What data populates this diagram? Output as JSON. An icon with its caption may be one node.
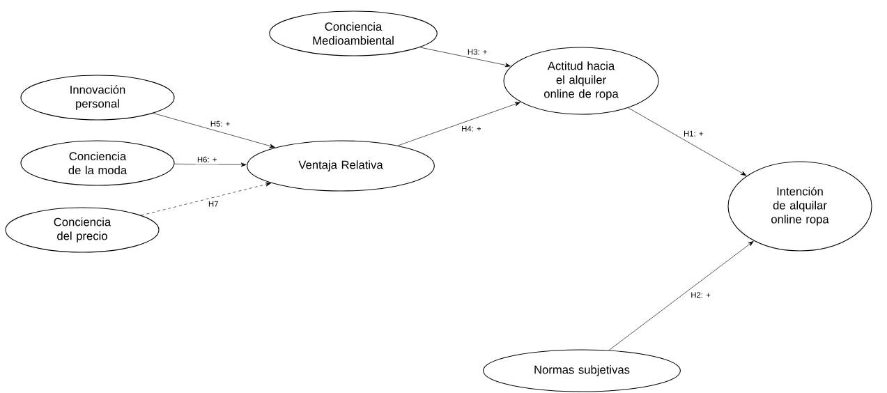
{
  "diagram": {
    "nodes": [
      {
        "text": [
          "Conciencia Medioambiental"
        ]
      },
      {
        "text": [
          "Innovación personal"
        ]
      },
      {
        "text": [
          "Actitud hacia el alquiler online de ropa"
        ]
      },
      {
        "text": [
          "Conciencia de la moda"
        ]
      },
      {
        "text": [
          "Ventaja Relativa"
        ]
      },
      {
        "text": [
          "Conciencia del precio"
        ]
      },
      {
        "text": [
          "Intención de alquilar online ropa"
        ]
      },
      {
        "text": [
          "Normas subjetivas"
        ]
      }
    ],
    "edges": [
      {
        "from": 0,
        "to": 2,
        "arrow": "to",
        "label": "H3: +"
      },
      {
        "from": 1,
        "to": 4,
        "arrow": "to",
        "label": "H5: +"
      },
      {
        "from": 3,
        "to": 4,
        "arrow": "to",
        "label": "H6: +"
      },
      {
        "from": 5,
        "to": 4,
        "arrow": "to",
        "label": "H7",
        "style": "dashed"
      },
      {
        "from": 4,
        "to": 2,
        "arrow": "to",
        "label": "H4: +"
      },
      {
        "from": 2,
        "to": 6,
        "arrow": "to",
        "label": "H1: +"
      },
      {
        "from": 7,
        "to": 6,
        "arrow": "to",
        "label": "H2: +"
      }
    ]
  }
}
